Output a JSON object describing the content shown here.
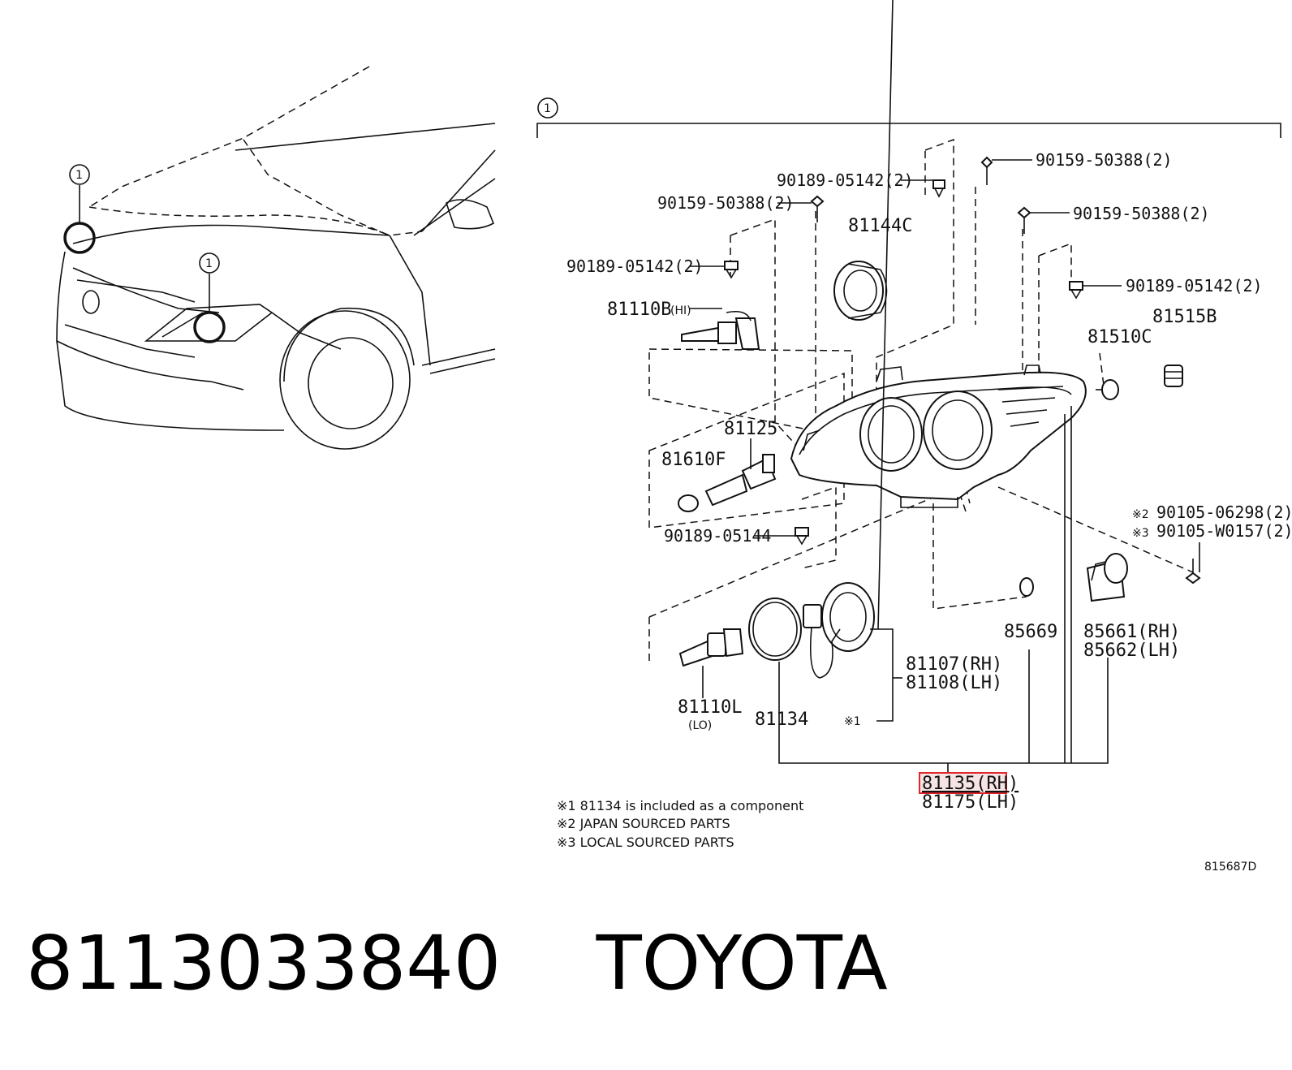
{
  "diagram": {
    "ref_marker": "1",
    "labels": {
      "screw_top_right": "90159-50388(2)",
      "clip_top": "90189-05142(2)",
      "screw_top_left": "90159-50388(2)",
      "screw_mid_right": "90159-50388(2)",
      "cap_81144c": "81144C",
      "clip_left": "90189-05142(2)",
      "clip_right": "90189-05142(2)",
      "bulb_hi": "81110B",
      "bulb_hi_tag": "(HI)",
      "socket_81510c": "81510C",
      "socket_81515b": "81515B",
      "socket_81125": "81125",
      "bulb_81610f": "81610F",
      "bolt_japan": "90105-06298(2)",
      "bolt_local": "90105-W0157(2)",
      "note_mark_2": "※2",
      "note_mark_3": "※3",
      "clip_bottom": "90189-05144",
      "oring_85669": "85669",
      "motor_rh": "85661(RH)",
      "motor_lh": "85662(LH)",
      "ballast_rh": "81107(RH)",
      "ballast_lh": "81108(LH)",
      "ballast_note": "※1",
      "bulb_lo": "81110L",
      "bulb_lo_tag": "(LO)",
      "gasket_81134": "81134",
      "assembly_rh": "81135(RH)",
      "assembly_lh": "81175(LH)"
    },
    "notes": [
      "※1 81134 is included as a component",
      "※2 JAPAN SOURCED PARTS",
      "※3 LOCAL SOURCED PARTS"
    ],
    "illustration_code": "815687D",
    "highlight_color": "#e0262b"
  },
  "footer": {
    "part_number": "8113033840",
    "brand": "TOYOTA"
  }
}
